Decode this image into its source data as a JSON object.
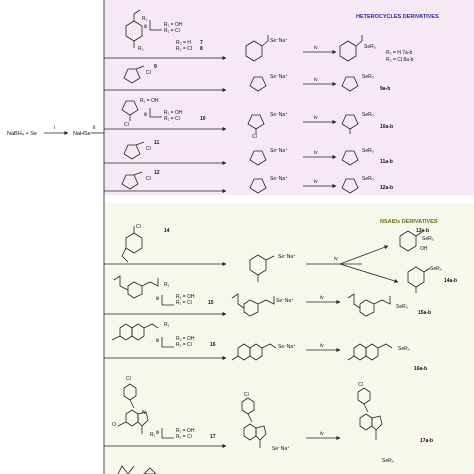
{
  "headings": {
    "heterocycles": "HETEROCYCLES DERIVATIVES",
    "nsaids": "NSAIDs DERIVATIVES"
  },
  "start": {
    "reagents": "NaBH₄ + Se",
    "step_i": "i",
    "product": "NaHSe",
    "step_ii": "ii"
  },
  "reagent_steps": {
    "iii": "iii",
    "iv": "iv"
  },
  "heterocycles": [
    {
      "label": "7",
      "alt_label": "8",
      "r1": "R₁",
      "r2": "R₂",
      "conv_top": "R₁ = OH",
      "conv_bot": "R₁ = Cl",
      "opt_a": "R₂ = H",
      "opt_b": "R₂ = Cl",
      "salt": "Se⁻Na⁺",
      "ser": "SeR₃",
      "product": "R₂ = H  7a-b",
      "product_alt": "R₂ = Cl  8a-b"
    },
    {
      "label": "9",
      "cl": "Cl",
      "salt": "Se⁻Na⁺",
      "ser": "SeR₃",
      "product": "9a-b"
    },
    {
      "label": "10",
      "cl": "Cl",
      "conv_top": "R₁ = OH",
      "conv_bot": "R₁ = Cl",
      "salt": "Se⁻Na⁺",
      "ser": "SeR₃",
      "product": "10a-b"
    },
    {
      "label": "11",
      "cl": "Cl",
      "salt": "Se⁻Na⁺",
      "ser": "SeR₃",
      "product": "11a-b"
    },
    {
      "label": "12",
      "cl": "Cl",
      "salt": "Se⁻Na⁺",
      "ser": "SeR₃",
      "product": "12a-b"
    }
  ],
  "nsaids": [
    {
      "label": "14",
      "cl": "Cl",
      "salt": "Se⁻Na⁺",
      "ser": "SeR₃",
      "oh": "OH",
      "product_a": "13a-b",
      "product_b": "14a-b"
    },
    {
      "label": "15",
      "r1": "R₁",
      "conv_top": "R₁ = OH",
      "conv_bot": "R₁ = Cl",
      "salt": "Se⁻Na⁺",
      "ser": "SeR₃",
      "product": "15a-b"
    },
    {
      "label": "16",
      "r1": "R₁",
      "conv_top": "R₁ = OH",
      "conv_bot": "R₁ = Cl",
      "salt": "Se⁻Na⁺",
      "ser": "SeR₃",
      "product": "16a-b"
    },
    {
      "label": "17",
      "r1": "R₁",
      "conv_top": "R₁ = OH",
      "conv_bot": "R₁ = Cl",
      "cl": "Cl",
      "n": "N",
      "o": "O",
      "salt": "Se⁻Na⁺",
      "ser": "SeR₃",
      "product": "17a-b"
    }
  ]
}
